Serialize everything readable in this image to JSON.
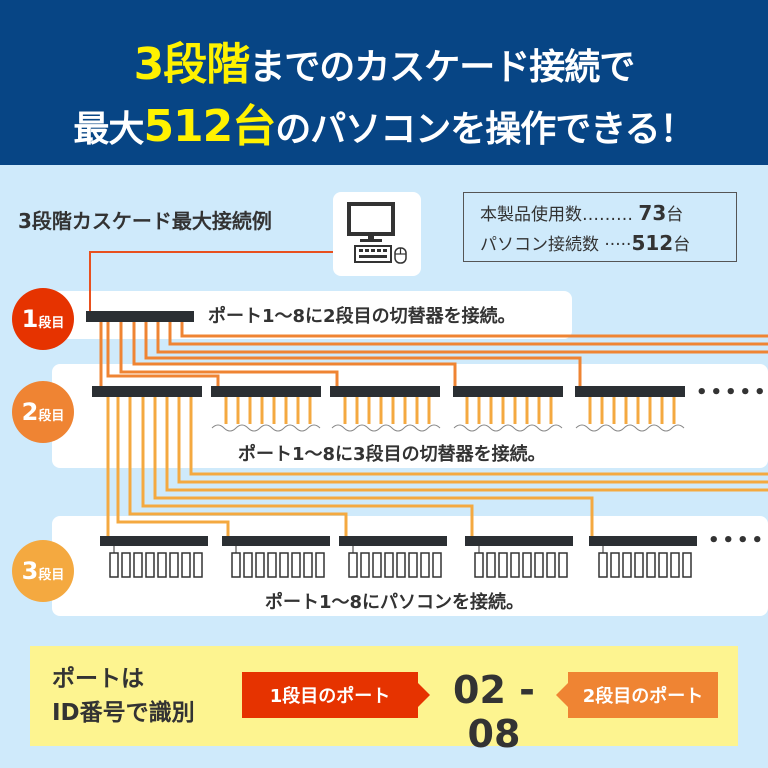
{
  "header": {
    "line1": {
      "highlight": "3段階",
      "rest": "までのカスケード接続で"
    },
    "line2": {
      "pre": "最大",
      "highlight": "512台",
      "rest": "のパソコンを操作できる！"
    },
    "bg_color": "#074585",
    "highlight_color": "#fff200"
  },
  "section_title": "3段階カスケード最大接続例",
  "pc_icon": "desktop-computer-keyboard-mouse-icon",
  "counts": {
    "rows": [
      {
        "label": "本製品使用数",
        "leader": "………",
        "value": "73",
        "unit": "台"
      },
      {
        "label": "パソコン接続数",
        "leader": " ·····",
        "value": "512",
        "unit": "台"
      }
    ]
  },
  "stages": [
    {
      "num": "1",
      "suffix": "段目",
      "color": "#e63300",
      "text": "ポート1～8に2段目の切替器を接続。"
    },
    {
      "num": "2",
      "suffix": "段目",
      "color": "#ef8433",
      "text": "ポート1～8に3段目の切替器を接続。"
    },
    {
      "num": "3",
      "suffix": "段目",
      "color": "#f4a940",
      "text": "ポート1～8にパソコンを接続。"
    }
  ],
  "ellipsis": "••••••••",
  "id_section": {
    "label_line1": "ポートは",
    "label_line2": "ID番号で識別",
    "tag1": "1段目のポート",
    "code": "02 - 08",
    "tag2": "2段目のポート"
  },
  "colors": {
    "background": "#cfeafb",
    "stage1_line": "#e8501e",
    "stage2_line": "#ef8433",
    "stage3_line": "#f4a940",
    "switch": "#2b2f33",
    "id_box": "#fdf490"
  }
}
